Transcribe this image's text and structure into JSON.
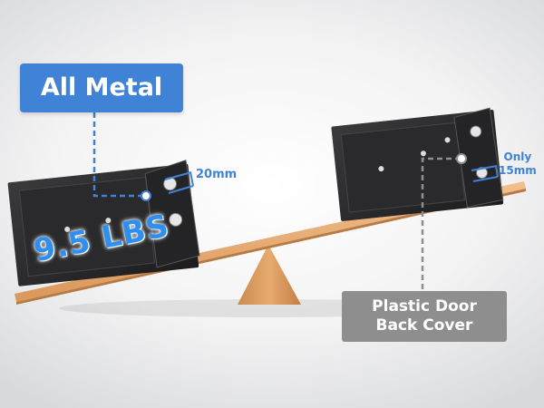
{
  "labels": {
    "all_metal": "All Metal",
    "weight": "9.5 LBS",
    "left_thickness": "20mm",
    "right_only": "Only",
    "right_thickness": "15mm",
    "plastic_line1": "Plastic Door",
    "plastic_line2": "Back Cover"
  },
  "colors": {
    "accent_blue": "#3f82d6",
    "weight_blue": "#2f8ff0",
    "label_gray": "#8e8e8e",
    "wood": "#e8ad74",
    "safe_body": "#2b2b2d"
  }
}
